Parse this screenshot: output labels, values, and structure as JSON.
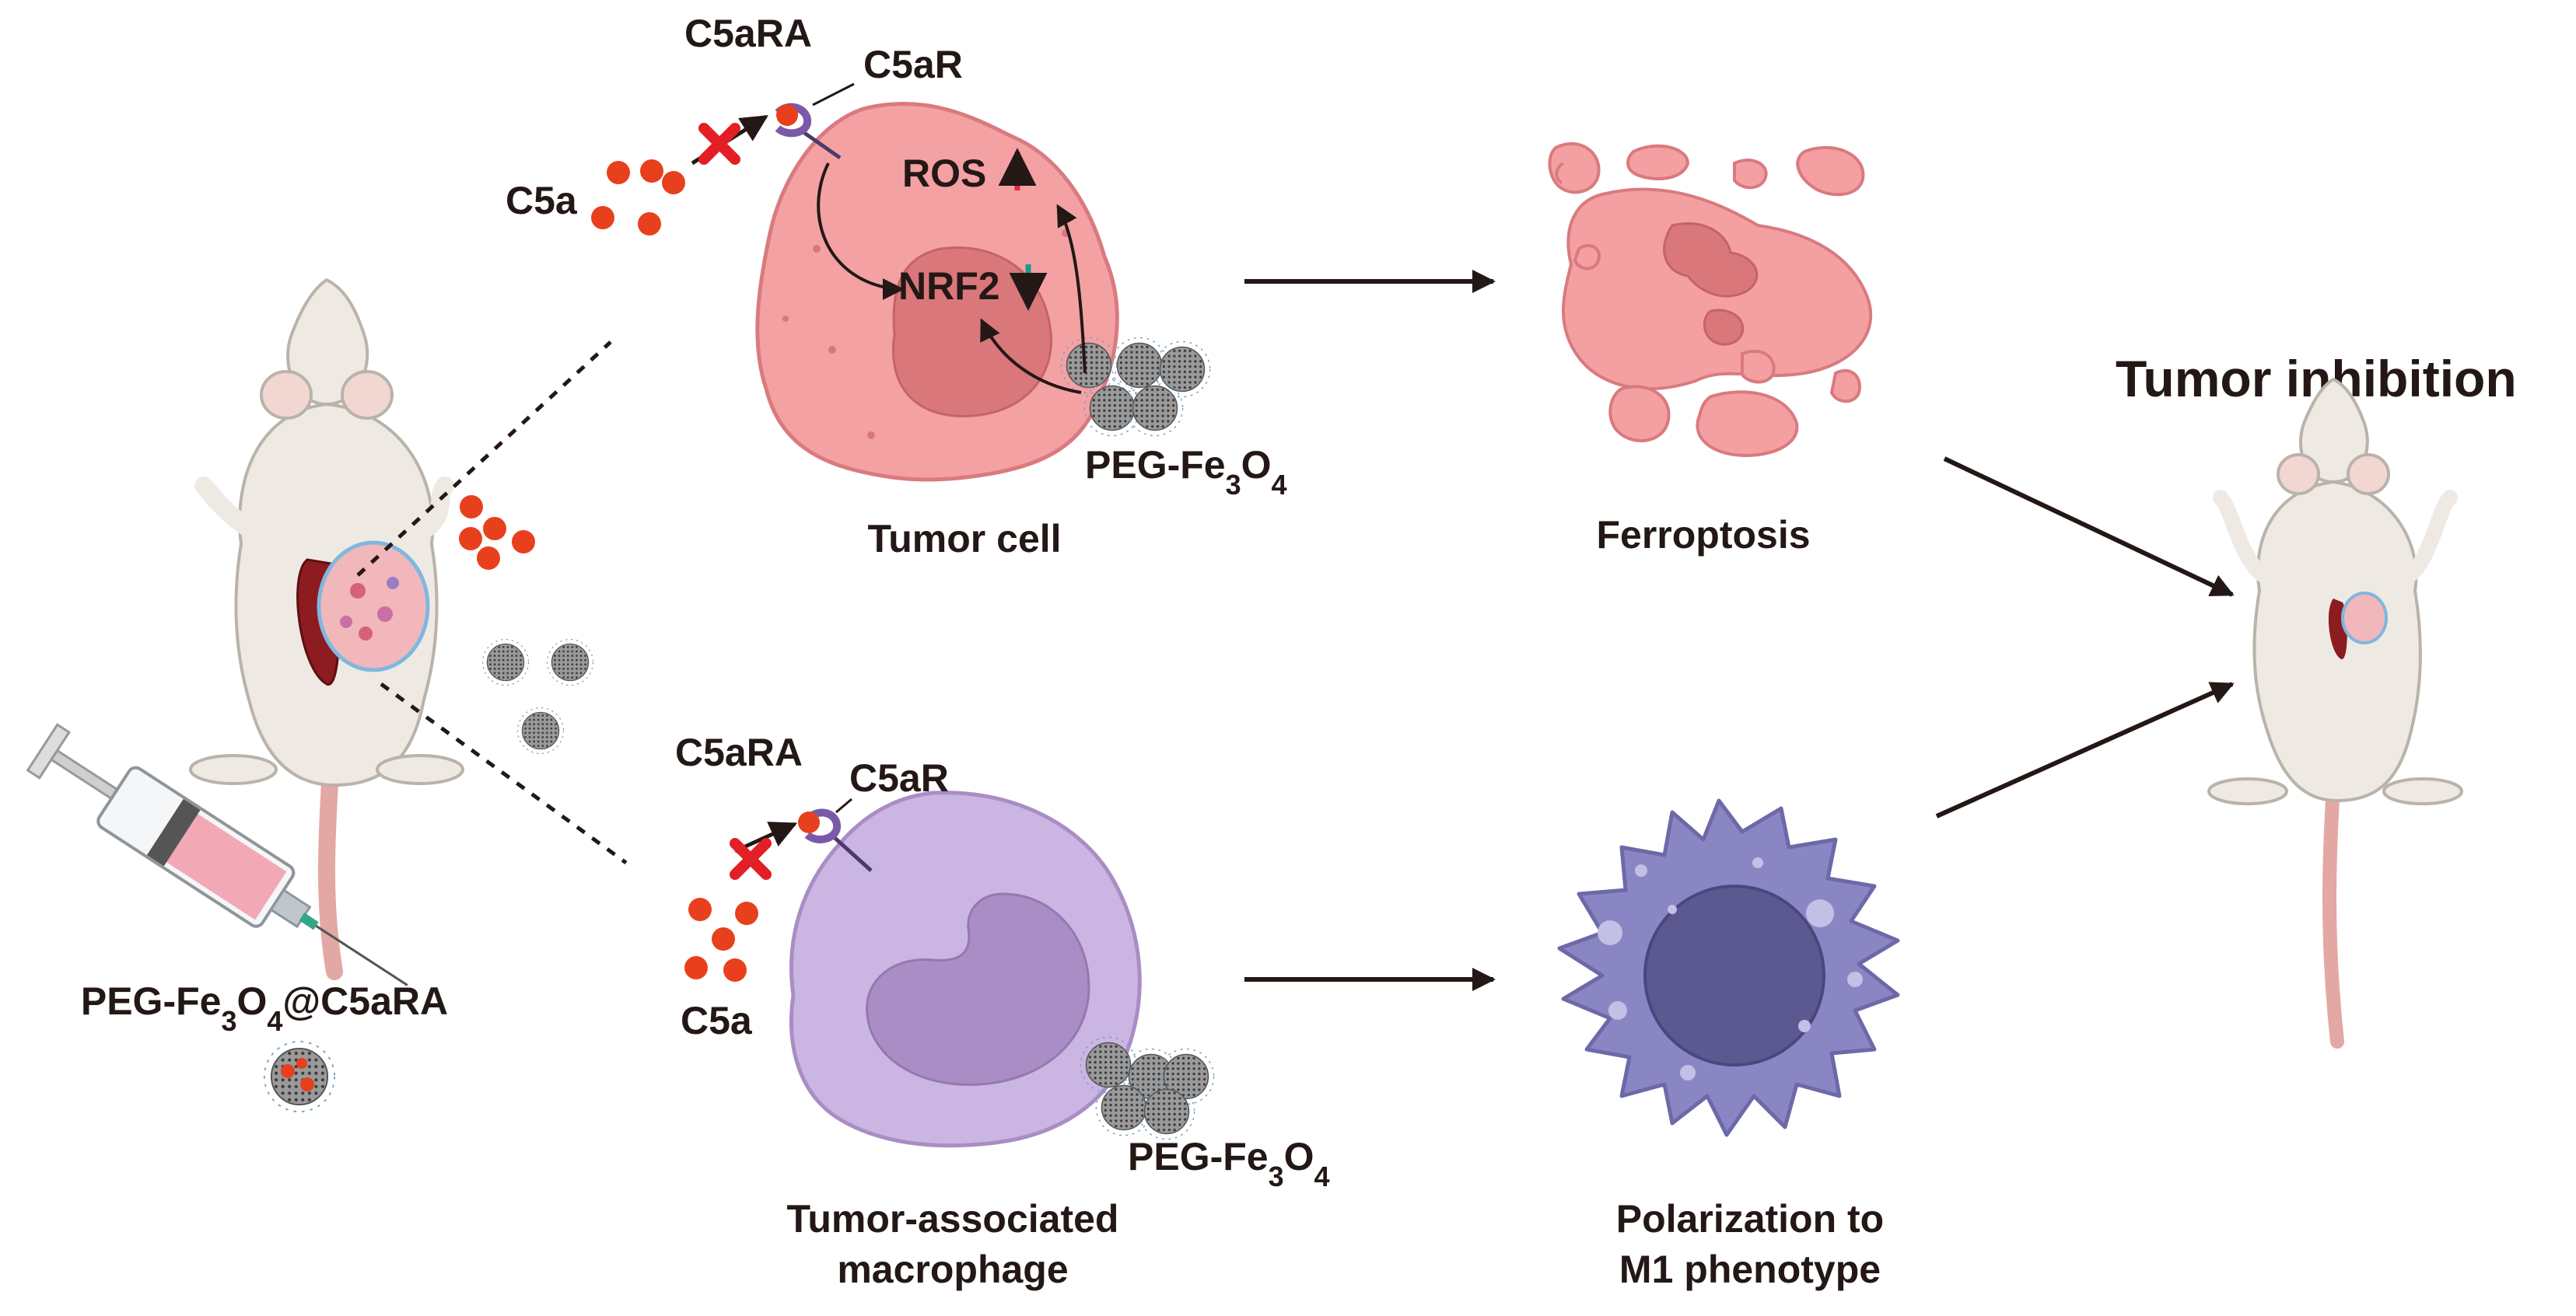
{
  "labels": {
    "c5ara_top": "C5aRA",
    "c5ar_top": "C5aR",
    "c5a_top": "C5a",
    "ros": "ROS",
    "nrf2": "NRF2",
    "peg_fe3o4_top_prefix": "PEG-Fe",
    "peg_fe3o4_top_sub1": "3",
    "peg_fe3o4_top_mid": "O",
    "peg_fe3o4_top_sub2": "4",
    "tumor_cell": "Tumor cell",
    "ferroptosis": "Ferroptosis",
    "tumor_inhibition": "Tumor inhibition",
    "c5ara_bottom": "C5aRA",
    "c5ar_bottom": "C5aR",
    "c5a_bottom": "C5a",
    "peg_fe3o4_bottom_prefix": "PEG-Fe",
    "peg_fe3o4_bottom_sub1": "3",
    "peg_fe3o4_bottom_mid": "O",
    "peg_fe3o4_bottom_sub2": "4",
    "tam_line1": "Tumor-associated",
    "tam_line2": "macrophage",
    "polarization_line1": "Polarization to",
    "polarization_line2": "M1 phenotype",
    "injection_prefix": "PEG-Fe",
    "injection_sub1": "3",
    "injection_mid": "O",
    "injection_sub2": "4",
    "injection_suffix": "@C5aRA"
  },
  "colors": {
    "c5a_dot": "#e8401c",
    "tumor_cell": "#f4a1a4",
    "tumor_nucleus": "#d9777a",
    "ferroptosis": "#f4a0a3",
    "macrophage": "#cbb5e2",
    "macrophage_nucleus": "#a98dc4",
    "m1_cell": "#8a86c4",
    "m1_nucleus": "#5c5991",
    "nanoparticle": "#7a7a7a",
    "ros_arrow": "#e6283c",
    "nrf2_arrow": "#1a9a8a",
    "inhibit_cross": "#e21f26",
    "receptor": "#7a5aa8"
  },
  "icons": [
    "mouse-icon",
    "syringe-icon",
    "nanoparticle-icon",
    "receptor-icon",
    "inhibit-cross-icon",
    "tumor-icon"
  ]
}
